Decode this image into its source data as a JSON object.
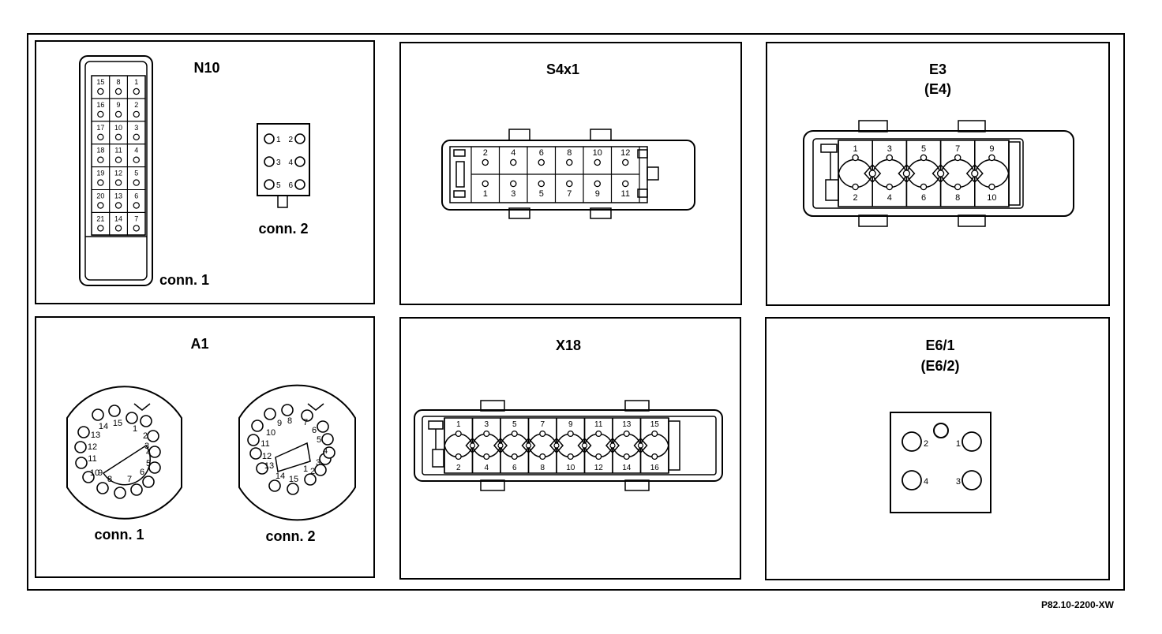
{
  "figure_ref": "P82.10-2200-XW",
  "panels": {
    "n10": {
      "title": "N10",
      "conn1_label": "conn. 1",
      "conn2_label": "conn. 2",
      "conn1_pins": [
        [
          "15",
          "8",
          "1"
        ],
        [
          "16",
          "9",
          "2"
        ],
        [
          "17",
          "10",
          "3"
        ],
        [
          "18",
          "11",
          "4"
        ],
        [
          "19",
          "12",
          "5"
        ],
        [
          "20",
          "13",
          "6"
        ],
        [
          "21",
          "14",
          "7"
        ]
      ],
      "conn2_pins": [
        [
          "1",
          "2"
        ],
        [
          "3",
          "4"
        ],
        [
          "5",
          "6"
        ]
      ]
    },
    "s4x1": {
      "title": "S4x1",
      "top_pins": [
        "2",
        "4",
        "6",
        "8",
        "10",
        "12"
      ],
      "bottom_pins": [
        "1",
        "3",
        "5",
        "7",
        "9",
        "11"
      ]
    },
    "e3": {
      "title": "E3",
      "subtitle": "(E4)",
      "top_pins": [
        "1",
        "3",
        "5",
        "7",
        "9"
      ],
      "bottom_pins": [
        "2",
        "4",
        "6",
        "8",
        "10"
      ]
    },
    "a1": {
      "title": "A1",
      "conn1_label": "conn. 1",
      "conn2_label": "conn. 2",
      "conn1_pins": [
        "1",
        "2",
        "3",
        "4",
        "5",
        "6",
        "7",
        "8",
        "9",
        "10",
        "11",
        "12",
        "13",
        "14",
        "15"
      ],
      "conn2_pins": [
        "1",
        "2",
        "3",
        "4",
        "5",
        "6",
        "7",
        "8",
        "9",
        "10",
        "11",
        "12",
        "13",
        "14",
        "15"
      ]
    },
    "x18": {
      "title": "X18",
      "top_pins": [
        "1",
        "3",
        "5",
        "7",
        "9",
        "11",
        "13",
        "15"
      ],
      "bottom_pins": [
        "2",
        "4",
        "6",
        "8",
        "10",
        "12",
        "14",
        "16"
      ]
    },
    "e6": {
      "title": "E6/1",
      "subtitle": "(E6/2)",
      "pins": [
        "1",
        "2",
        "3",
        "4"
      ]
    }
  }
}
